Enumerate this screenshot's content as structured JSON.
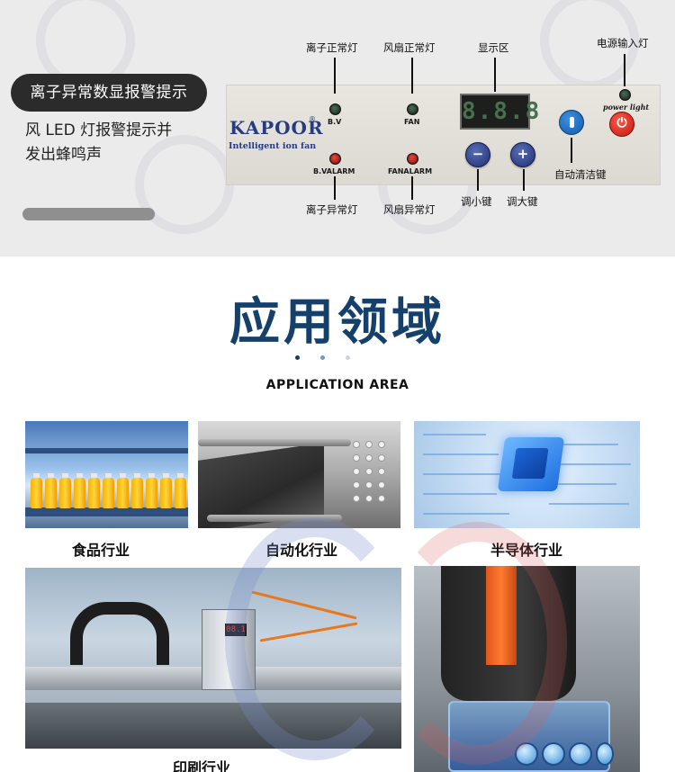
{
  "alarm_section": {
    "badge": "离子异常数显报警提示",
    "desc_line1": "风 LED 灯报警提示并",
    "desc_line2": "发出蜂鸣声"
  },
  "panel": {
    "brand": "KAPOOR",
    "brand_mark": "®",
    "brand_sub": "Intelligent ion fan",
    "bv": "B.V",
    "fan": "FAN",
    "bv_alarm": "B.VALARM",
    "fan_alarm": "FANALARM",
    "power_light": "power light",
    "display_value": "8.8.8",
    "down_symbol": "−",
    "up_symbol": "+",
    "power_symbol": "⏻"
  },
  "callouts": {
    "ion_normal": "离子正常灯",
    "fan_normal": "风扇正常灯",
    "display_area": "显示区",
    "power_input": "电源输入灯",
    "auto_clean": "自动清洁键",
    "ion_abnormal": "离子异常灯",
    "fan_abnormal": "风扇异常灯",
    "key_down": "调小键",
    "key_up": "调大键"
  },
  "application": {
    "title": "应用领域",
    "subtitle": "APPLICATION AREA",
    "dot_colors": [
      "#16406c",
      "#6d9bc3",
      "#c3d6e6"
    ],
    "areas": [
      {
        "label": "食品行业"
      },
      {
        "label": "自动化行业"
      },
      {
        "label": "半导体行业"
      },
      {
        "label": "印刷行业"
      }
    ],
    "print_display": "08.1"
  },
  "colors": {
    "accent": "#16406c",
    "brand": "#273c80",
    "alarm_red": "#c3150e",
    "normal_green": "#162a1d"
  }
}
